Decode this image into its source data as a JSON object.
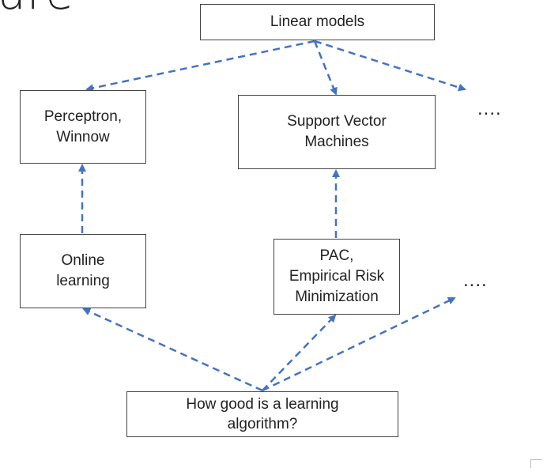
{
  "slide": {
    "title_fragment": "ure"
  },
  "nodes": {
    "linear_models": "Linear models",
    "perceptron": "Perceptron,\nWinnow",
    "svm": "Support Vector\nMachines",
    "online_learning": "Online\nlearning",
    "pac": "PAC,\nEmpirical Risk\nMinimization",
    "how_good": "How  good is a learning\nalgorithm?"
  },
  "ellipses": {
    "top": "....",
    "middle": "...."
  },
  "colors": {
    "arrow": "#4472c4",
    "box_border": "#444444",
    "text": "#222222"
  }
}
